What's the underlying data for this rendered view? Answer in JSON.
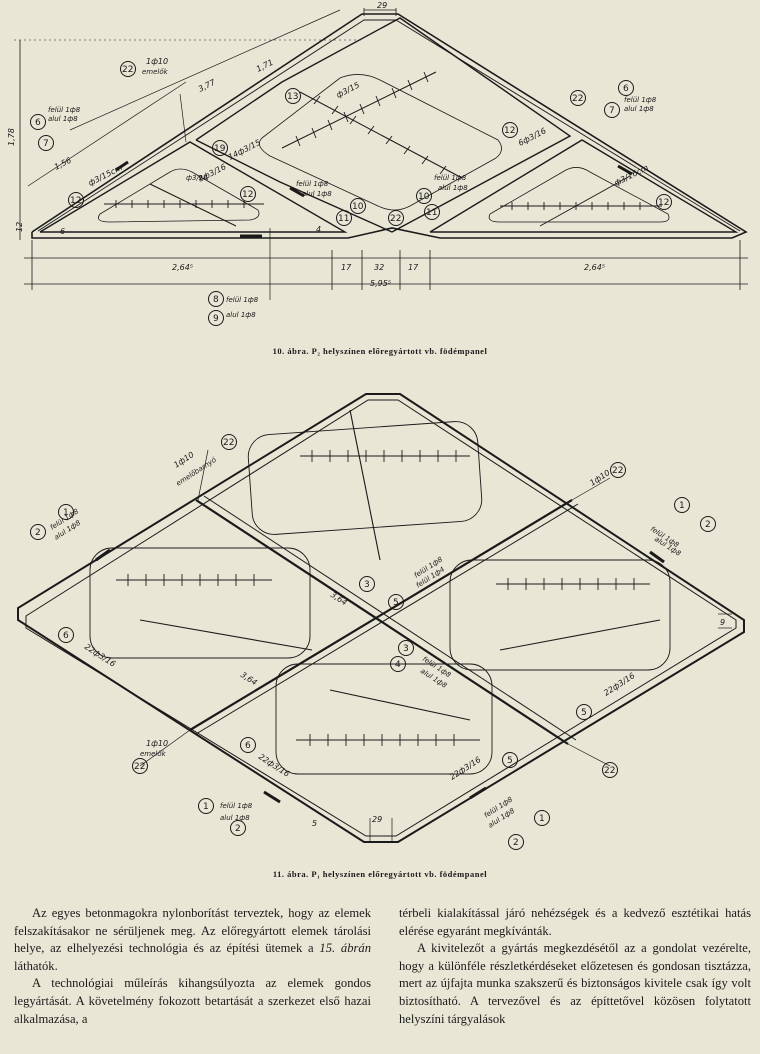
{
  "figure10": {
    "caption": "10. ábra. P₂ helyszínen előregyártott vb. födémpanel",
    "dims": {
      "top": "29",
      "d377": "3,77",
      "d171": "1,71",
      "d178": "1,78",
      "d156": "1,56",
      "d12": "12",
      "d6": "6",
      "d4": "4",
      "b1": "2,64⁵",
      "b2": "17",
      "b3": "32",
      "b4": "17",
      "b5": "2,64⁵",
      "total": "5,95⁵"
    },
    "rebar": {
      "r1": "1ф10",
      "r1b": "emelők",
      "r2": "ф3/15",
      "r3": "6ф3/16",
      "r4": "ф3/15cm",
      "r5": "8ф3/16",
      "r6": "14ф3/15",
      "r7": "ф3/16",
      "r8": "ф3/16cm",
      "felul": "felül 1ф8",
      "alul": "alul 1ф8"
    },
    "marks": [
      "22",
      "6",
      "7",
      "13",
      "12",
      "19",
      "12",
      "12",
      "10",
      "11",
      "22",
      "10",
      "11",
      "12",
      "22",
      "6",
      "7",
      "12",
      "8",
      "9"
    ]
  },
  "figure11": {
    "caption": "11. ábra. P₁ helyszínen előregyártott vb. födémpanel",
    "dims": {
      "d29": "29",
      "d9": "9",
      "d364": "3,64",
      "d364b": "3,64",
      "d5": "5"
    },
    "rebar": {
      "r1": "1ф10",
      "r1b": "emelőbarnyó",
      "r2": "1ф10",
      "r3": "22ф3/16",
      "r4": "22ф3/16",
      "r5": "22ф3/16",
      "r6": "22ф3/16",
      "felul": "felül 1ф8",
      "alul": "alul 1ф8",
      "felul4": "felül 1ф4",
      "r7": "1ф10",
      "r7b": "emelők"
    },
    "marks": [
      "22",
      "1",
      "2",
      "22",
      "1",
      "2",
      "3",
      "5",
      "6",
      "3",
      "4",
      "5",
      "6",
      "22",
      "1",
      "2",
      "5",
      "22",
      "1",
      "2"
    ]
  },
  "text": {
    "left_p1": "Az egyes betonmagokra nylonborítást terveztek, hogy az elemek felszakításakor ne sérüljenek meg. Az előregyártott elemek tárolási helye, az elhelyezési technológia és az építési ütemek a",
    "left_p1_em": "15. ábrán",
    "left_p1_end": "láthatók.",
    "left_p2": "A technológiai műleírás kihangsúlyozta az elemek gondos legyártását. A követelmény fokozott betartását a szerkezet első hazai alkalmazása, a",
    "right_p1": "térbeli kialakítással járó nehézségek és a kedvező esztétikai hatás elérése egyaránt megkívánták.",
    "right_p2": "A kivitelezőt a gyártás megkezdésétől az a gondolat vezérelte, hogy a különféle részletkérdéseket előzetesen és gondosan tisztázza, mert az újfajta munka szakszerű és biztonságos kivitele csak így volt biztosítható. A tervezővel és az építtetővel közösen folytatott helyszíni tárgyalások"
  }
}
